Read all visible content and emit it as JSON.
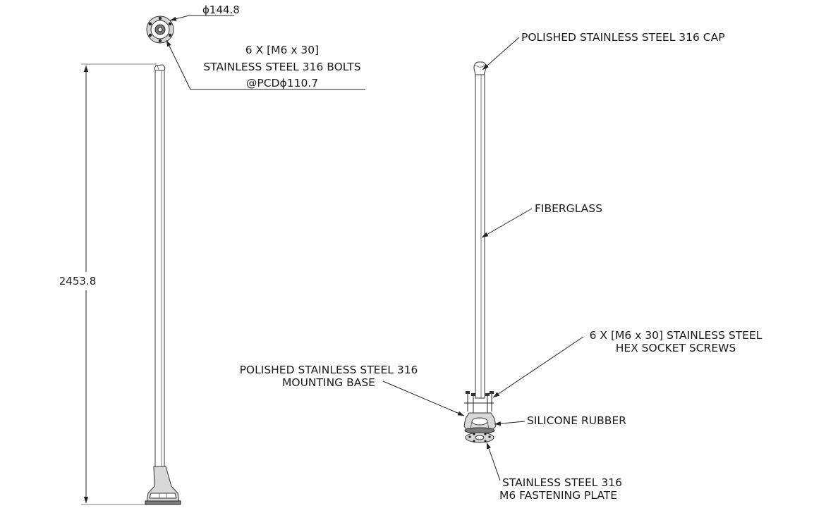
{
  "front_view": {
    "height_dimension": "2453.8"
  },
  "top_view": {
    "diameter_symbol": "ϕ",
    "diameter_value": "144.8",
    "bolts_line1": "6 X [M6 x 30]",
    "bolts_line2": "STAINLESS STEEL 316 BOLTS",
    "bolts_line3_prefix": "@PCD",
    "bolts_line3_symbol": "ϕ",
    "bolts_line3_value": "110.7"
  },
  "exploded_view": {
    "cap_label": "POLISHED STAINLESS STEEL 316 CAP",
    "tube_label": "FIBERGLASS",
    "screws_line1": "6 X [M6 x 30] STAINLESS STEEL",
    "screws_line2": "HEX SOCKET SCREWS",
    "base_line1": "POLISHED STAINLESS STEEL 316",
    "base_line2": "MOUNTING BASE",
    "rubber_label": "SILICONE RUBBER",
    "plate_line1": "STAINLESS STEEL 316",
    "plate_line2": "M6 FASTENING PLATE"
  }
}
